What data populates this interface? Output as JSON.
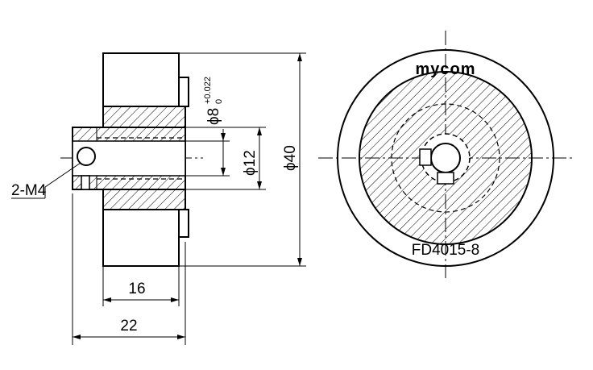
{
  "dimensions": {
    "overall_length": "22",
    "tire_width": "16",
    "outer_diameter": "ϕ40",
    "hub_diameter": "ϕ12",
    "bore_diameter": "ϕ8",
    "bore_tol_upper": "+0.022",
    "bore_tol_lower": "0",
    "setscrew": "2-M4"
  },
  "front_view": {
    "logo": "mycom",
    "part_number": "FD4015-8"
  }
}
